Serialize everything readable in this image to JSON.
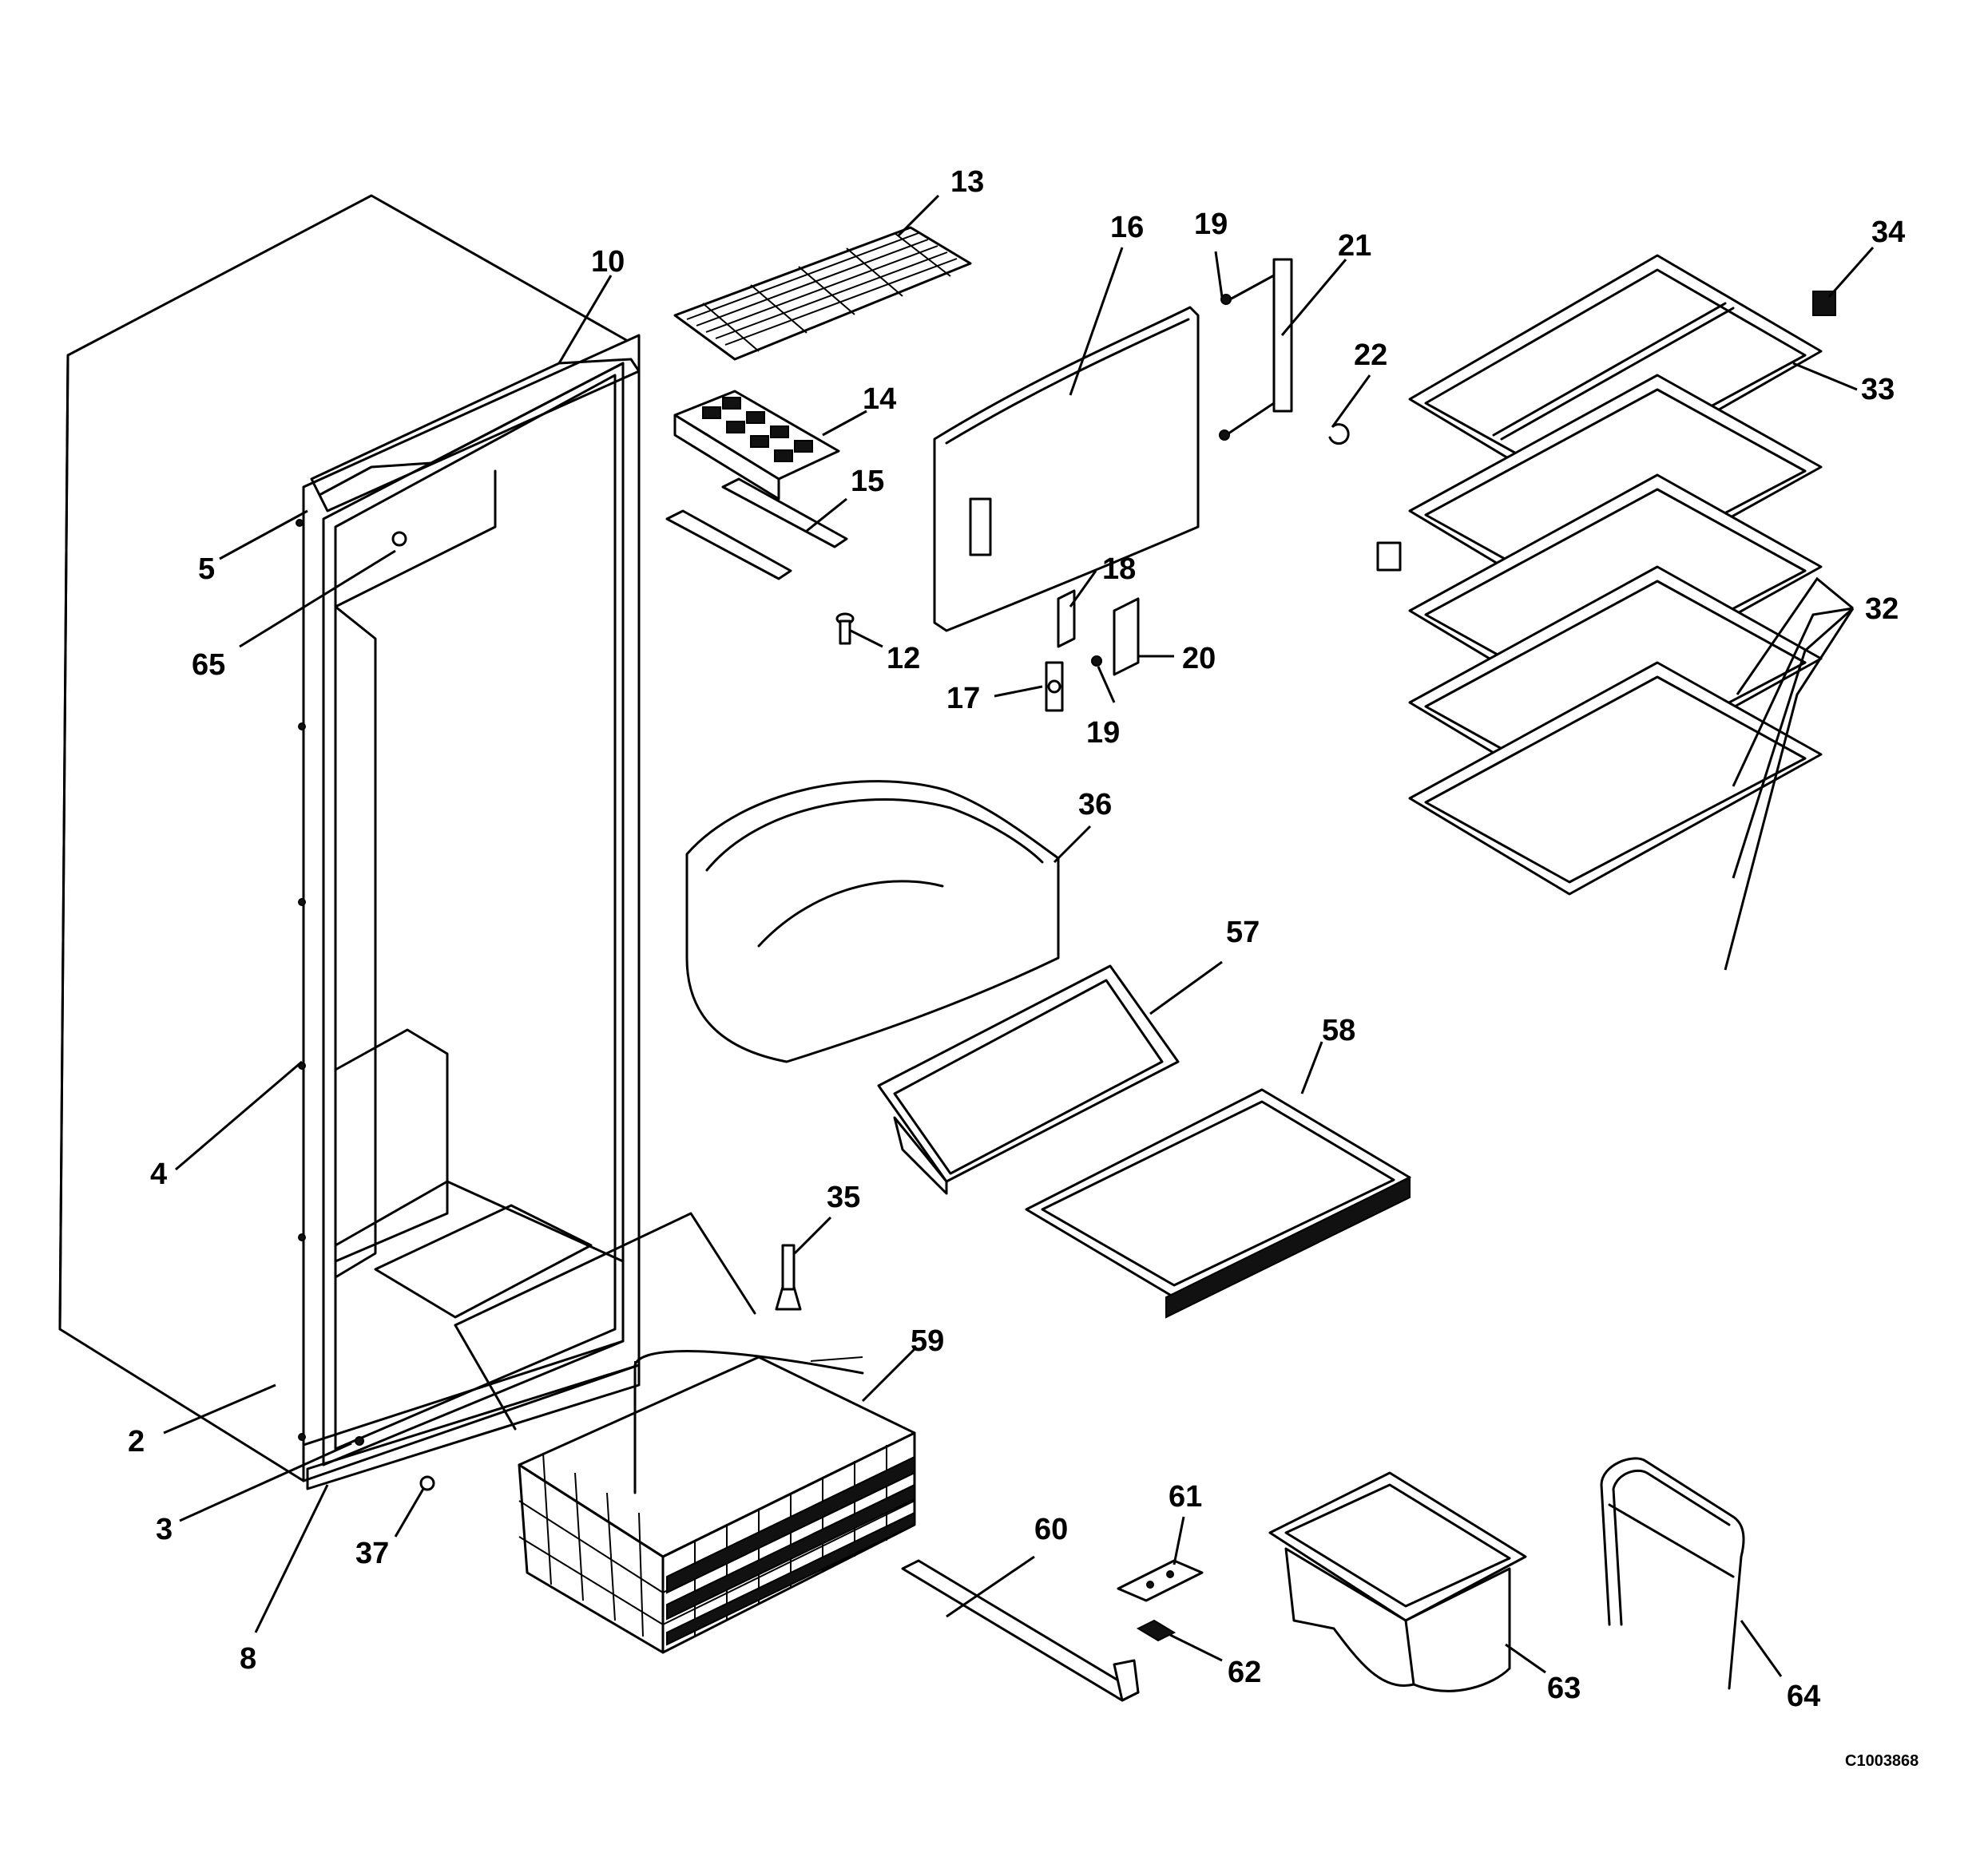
{
  "diagram": {
    "drawing_code": "C1003868",
    "callouts": [
      {
        "id": "c13",
        "label": "13"
      },
      {
        "id": "c10",
        "label": "10"
      },
      {
        "id": "c14",
        "label": "14"
      },
      {
        "id": "c15",
        "label": "15"
      },
      {
        "id": "c16",
        "label": "16"
      },
      {
        "id": "c19a",
        "label": "19"
      },
      {
        "id": "c21",
        "label": "21"
      },
      {
        "id": "c22",
        "label": "22"
      },
      {
        "id": "c34",
        "label": "34"
      },
      {
        "id": "c33",
        "label": "33"
      },
      {
        "id": "c5",
        "label": "5"
      },
      {
        "id": "c65",
        "label": "65"
      },
      {
        "id": "c12",
        "label": "12"
      },
      {
        "id": "c18",
        "label": "18"
      },
      {
        "id": "c20",
        "label": "20"
      },
      {
        "id": "c17",
        "label": "17"
      },
      {
        "id": "c19b",
        "label": "19"
      },
      {
        "id": "c32",
        "label": "32"
      },
      {
        "id": "c36",
        "label": "36"
      },
      {
        "id": "c57",
        "label": "57"
      },
      {
        "id": "c58",
        "label": "58"
      },
      {
        "id": "c4",
        "label": "4"
      },
      {
        "id": "c35",
        "label": "35"
      },
      {
        "id": "c59",
        "label": "59"
      },
      {
        "id": "c2",
        "label": "2"
      },
      {
        "id": "c3",
        "label": "3"
      },
      {
        "id": "c37",
        "label": "37"
      },
      {
        "id": "c8",
        "label": "8"
      },
      {
        "id": "c60",
        "label": "60"
      },
      {
        "id": "c61",
        "label": "61"
      },
      {
        "id": "c62",
        "label": "62"
      },
      {
        "id": "c63",
        "label": "63"
      },
      {
        "id": "c64",
        "label": "64"
      }
    ]
  }
}
